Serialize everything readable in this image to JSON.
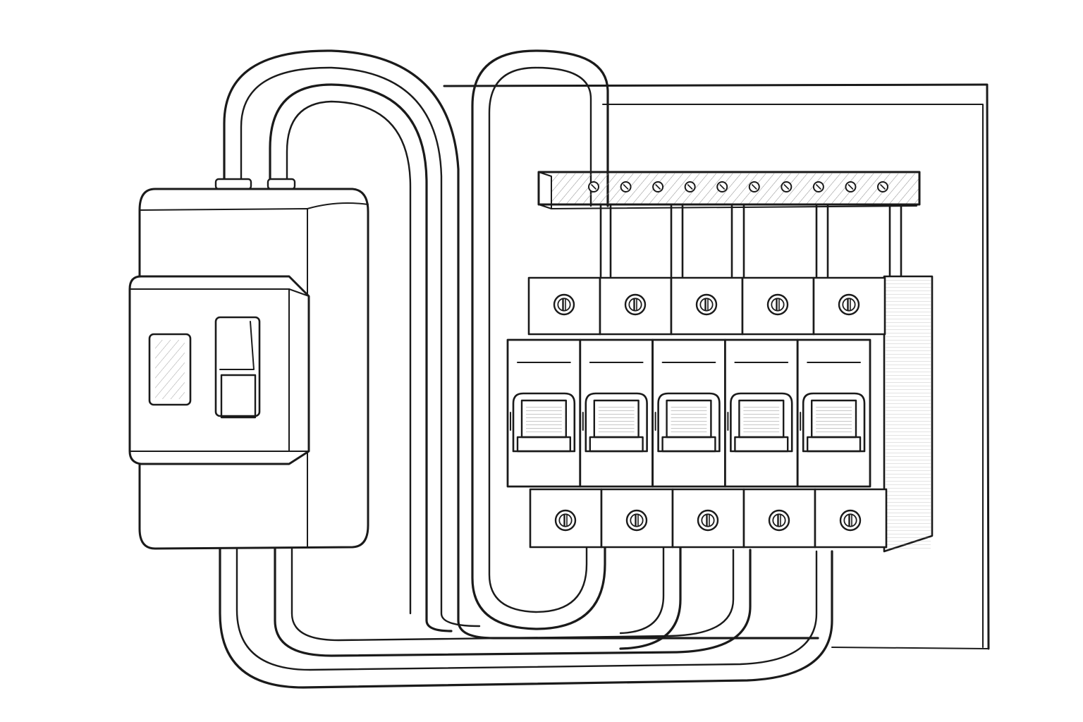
{
  "diagram": {
    "colors": {
      "ink": "#1a1a1a",
      "paper": "#ffffff",
      "shade": "#e2e2e2",
      "hatch": "#8a8a8a"
    },
    "busbar_screw_count": 10,
    "breaker_count": 5,
    "breaker_states": [
      "up",
      "up",
      "up",
      "up",
      "up"
    ],
    "main_switch_state": "up",
    "icons": [
      "main-switch-icon",
      "breaker-icon",
      "screw-icon",
      "cable-icon"
    ]
  }
}
